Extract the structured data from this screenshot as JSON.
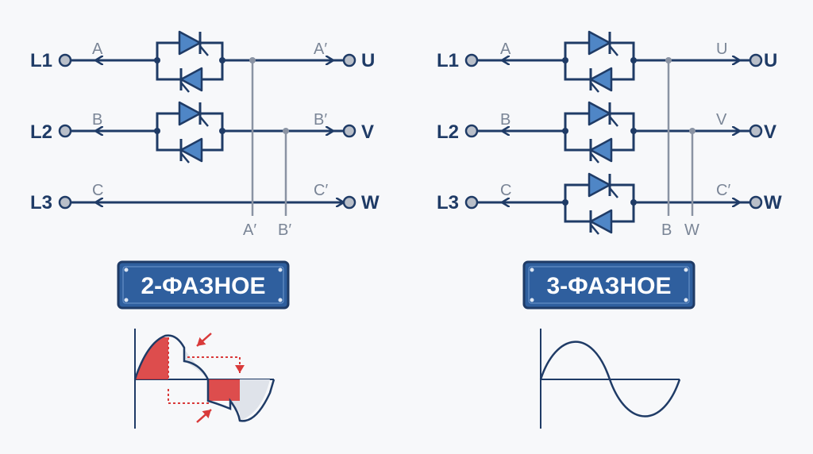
{
  "left": {
    "inputs": [
      "L1",
      "L2",
      "L3"
    ],
    "in_phase_labels": [
      "A",
      "B",
      "C"
    ],
    "out_phase_labels": [
      "A′",
      "B′",
      "C′"
    ],
    "outputs": [
      "U",
      "V",
      "W"
    ],
    "bottom_taps": [
      "A′",
      "B′"
    ],
    "badge": "2-ФАЗНОЕ"
  },
  "right": {
    "inputs": [
      "L1",
      "L2",
      "L3"
    ],
    "in_phase_labels": [
      "A",
      "B",
      "C"
    ],
    "out_phase_labels": [
      "U",
      "V",
      "C′"
    ],
    "outputs": [
      "U",
      "V",
      "W"
    ],
    "bottom_taps": [
      "B",
      "W"
    ],
    "badge": "3-ФАЗНОЕ"
  },
  "colors": {
    "line": "#1f3b66",
    "accent": "#4f86c6",
    "badge": "#2f5f9e",
    "highlight": "#d93a3a",
    "muted": "#8a93a3"
  },
  "icons": [
    "thyristor-icon",
    "terminal-icon",
    "arrow-icon"
  ]
}
